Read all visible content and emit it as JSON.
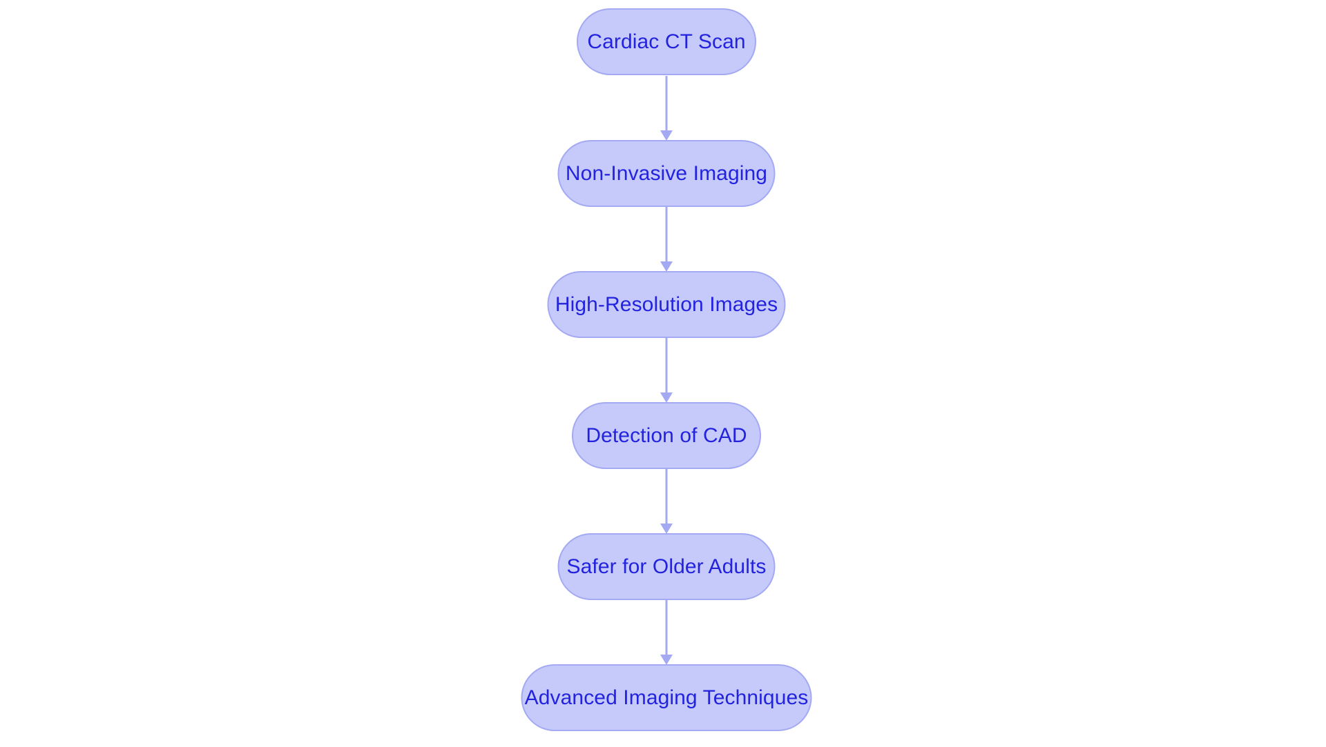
{
  "diagram": {
    "type": "flowchart",
    "orientation": "vertical-top-down",
    "background_color": "#ffffff",
    "node_fill_color": "#c5cafb",
    "node_border_color": "#a3a9f2",
    "node_text_color": "#2323dd",
    "connector_color": "#a3a9f2",
    "node_shape": "pill",
    "nodes": [
      {
        "id": "n0",
        "label": "Cardiac CT Scan"
      },
      {
        "id": "n1",
        "label": "Non-Invasive Imaging"
      },
      {
        "id": "n2",
        "label": "High-Resolution Images"
      },
      {
        "id": "n3",
        "label": "Detection of CAD"
      },
      {
        "id": "n4",
        "label": "Safer for Older Adults"
      },
      {
        "id": "n5",
        "label": "Advanced Imaging Techniques"
      }
    ],
    "connectors": [
      {
        "id": "e0",
        "from": "n0",
        "to": "n1",
        "arrow": "down-arrow-icon"
      },
      {
        "id": "e1",
        "from": "n1",
        "to": "n2",
        "arrow": "down-arrow-icon"
      },
      {
        "id": "e2",
        "from": "n2",
        "to": "n3",
        "arrow": "down-arrow-icon"
      },
      {
        "id": "e3",
        "from": "n3",
        "to": "n4",
        "arrow": "down-arrow-icon"
      },
      {
        "id": "e4",
        "from": "n4",
        "to": "n5",
        "arrow": "down-arrow-icon"
      }
    ]
  }
}
